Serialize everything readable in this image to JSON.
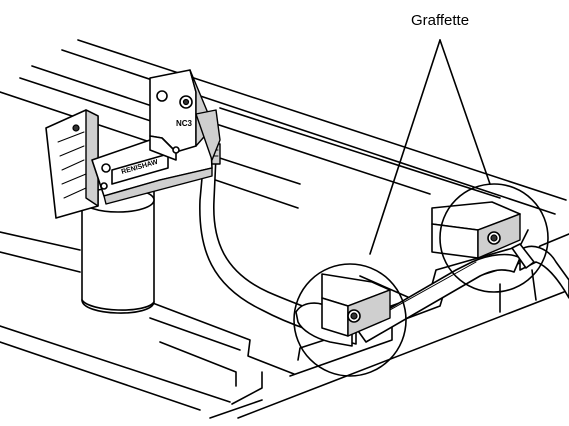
{
  "callout": {
    "label": "Graffette"
  },
  "device": {
    "brand": "RENISHAW",
    "model": "NC3"
  }
}
